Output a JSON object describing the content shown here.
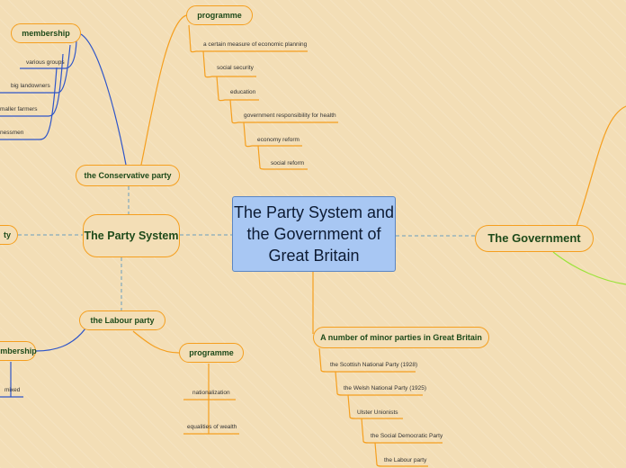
{
  "central": "The Party System and the Government of Great Britain",
  "party_system": "The Party System",
  "government": "The Government",
  "left_cut": "ty",
  "conservative": {
    "title": "the Conservative party",
    "membership": "membership",
    "members": [
      "various groups",
      "big landowners",
      "maller farmers",
      "nessmen"
    ],
    "programme": "programme",
    "programme_items": [
      "a certain measure of economic planning",
      "social security",
      "education",
      "government responsibility for health",
      "economy reform",
      "social reform"
    ]
  },
  "labour": {
    "title": "the Labour party",
    "membership": "embership",
    "members": [
      "mixed"
    ],
    "programme": "programme",
    "programme_items": [
      "nationalization",
      "equalities of wealth"
    ]
  },
  "minor": {
    "title": "A number of minor parties in Great Britain",
    "items": [
      "the Scottish National Party (1928)",
      "the Welsh National Party (1925)",
      "Ulster Unionists",
      "the Social Democratic Party",
      "the Labour party"
    ]
  },
  "colors": {
    "background": "#f3deb6",
    "orange": "#f59f1f",
    "blue": "#2f55c8",
    "green": "#9be33a",
    "dashed": "#6a9dbd",
    "central_fill": "#a8c7f3"
  }
}
